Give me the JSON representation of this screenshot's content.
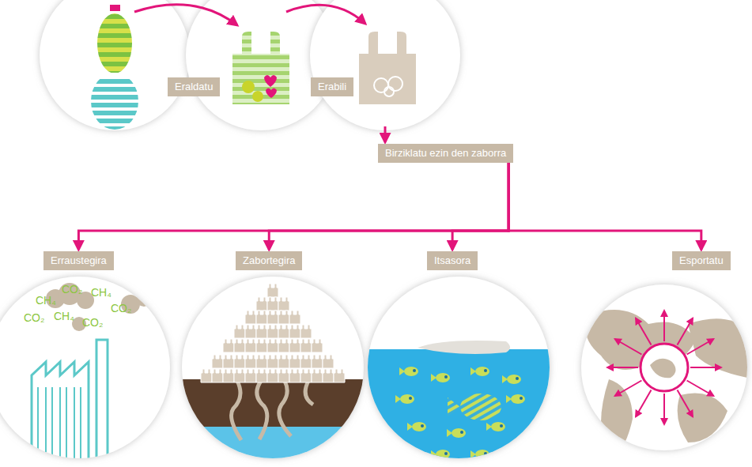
{
  "diagram": {
    "nodes": [
      {
        "text": [
          "Eraldatu"
        ]
      },
      {
        "text": [
          "Erabili"
        ]
      },
      {
        "text": [
          "Birziklatu ezin den zaborra"
        ]
      },
      {
        "text": [
          "Erraustegira"
        ]
      },
      {
        "text": [
          "Zabortegira"
        ]
      },
      {
        "text": [
          "Itsasora"
        ]
      },
      {
        "text": [
          "Esportatu"
        ]
      }
    ],
    "edges": [
      {
        "from": 2,
        "to": 3,
        "arrow": "to"
      },
      {
        "from": 2,
        "to": 4,
        "arrow": "to"
      },
      {
        "from": 2,
        "to": 5,
        "arrow": "to"
      },
      {
        "from": 2,
        "to": 6,
        "arrow": "to"
      }
    ],
    "labels": [
      "CH₄",
      "CO₂",
      "CH₄",
      "CO₂",
      "CO₂",
      "CH₄",
      "CO₂"
    ]
  }
}
